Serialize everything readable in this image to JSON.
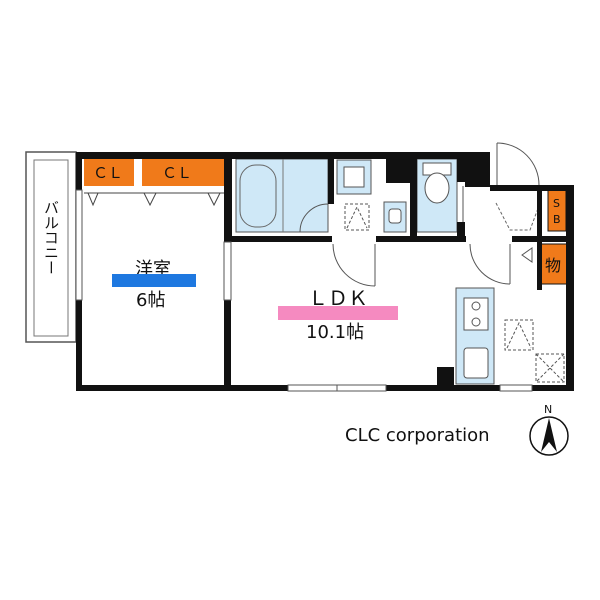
{
  "rooms": {
    "bedroom": {
      "name": "洋室",
      "size": "6帖"
    },
    "ldk": {
      "name": "ＬＤＫ",
      "size": "10.1帖"
    }
  },
  "closets": {
    "left": "ＣＬ",
    "right": "ＣＬ"
  },
  "balcony": "バルコニー",
  "shoe_box": [
    "S",
    "B"
  ],
  "storage": "物",
  "company": "CLC corporation",
  "compass": "N",
  "colors": {
    "wall": "#111111",
    "closet": "#f07a1a",
    "bath": "#cfe8f7",
    "bedroom_bar": "#1e78e0",
    "ldk_bar": "#f58ac0"
  }
}
